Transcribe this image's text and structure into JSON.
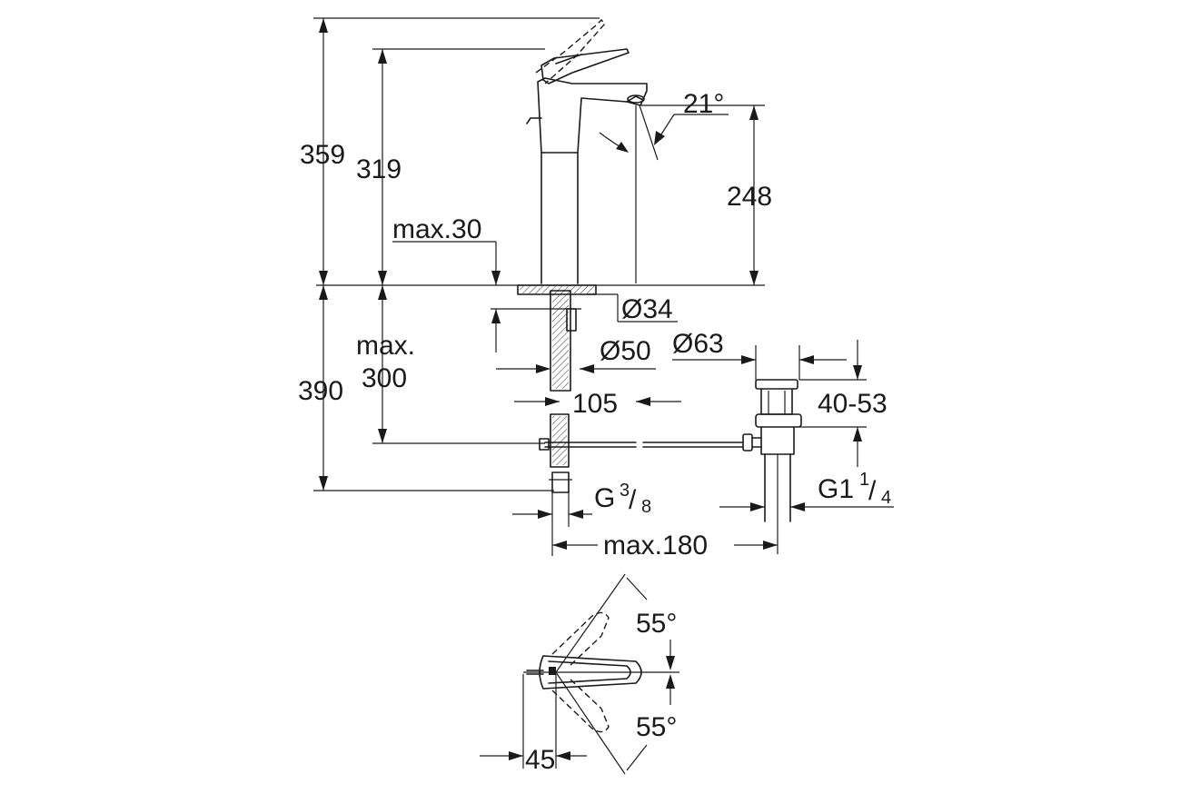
{
  "dimensions": {
    "d359": "359",
    "d319": "319",
    "d248": "248",
    "angle_spout": "21°",
    "max30": "max.30",
    "dia34": "Ø34",
    "dia50": "Ø50",
    "dia63": "Ø63",
    "d390": "390",
    "max300_a": "max.",
    "max300_b": "300",
    "d105": "105",
    "d40_53": "40-53",
    "g38_base": "G",
    "g38_num": "3",
    "g38_den": "8",
    "g114_base": "G1",
    "g114_num": "1",
    "g114_den": "4",
    "max180": "max.180",
    "angle_top": "55°",
    "angle_bottom": "55°",
    "d45": "45"
  }
}
